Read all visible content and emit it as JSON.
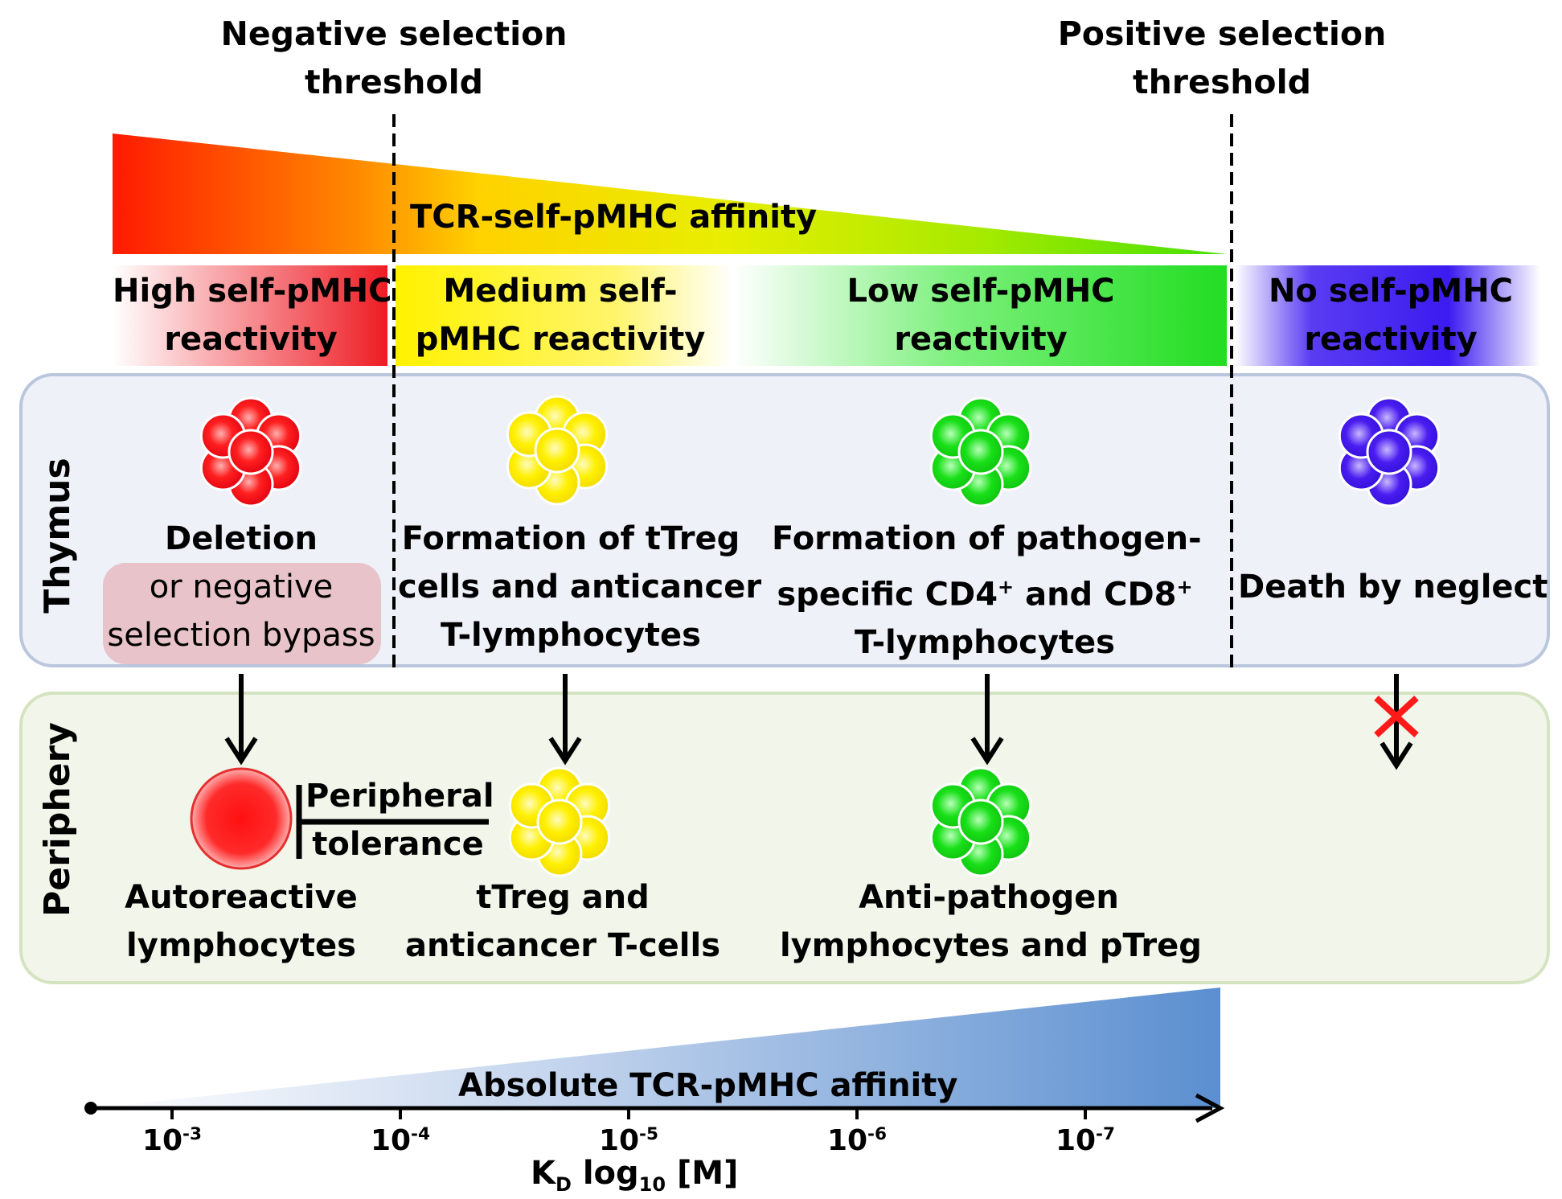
{
  "thresholds": {
    "negative": [
      "Negative selection",
      "threshold"
    ],
    "positive": [
      "Positive selection",
      "threshold"
    ]
  },
  "top_gradient_label": "TCR-self-pMHC affinity",
  "reactivity_bands": [
    {
      "lines": [
        "High self-pMHC",
        "reactivity"
      ],
      "color": "#ee1c24"
    },
    {
      "lines": [
        "Medium self-",
        "pMHC reactivity"
      ],
      "color": "#fff200"
    },
    {
      "lines": [
        "Low self-pMHC",
        "reactivity"
      ],
      "color": "#22dd22"
    },
    {
      "lines": [
        "No self-pMHC",
        "reactivity"
      ],
      "color": "#3b1bf0"
    }
  ],
  "compartments": {
    "thymus": "Thymus",
    "periphery": "Periphery"
  },
  "thymus_outcomes": {
    "deletion": "Deletion",
    "bypass": [
      "or negative",
      "selection bypass"
    ],
    "treg": [
      "Formation of tTreg",
      "cells and anticancer",
      "T-lymphocytes"
    ],
    "pathogen": {
      "line1": "Formation of pathogen-",
      "line2_pre": "specific CD4",
      "line2_sup1": "+",
      "line2_mid": " and CD8",
      "line2_sup2": "+",
      "line3": "T-lymphocytes"
    },
    "neglect": "Death by neglect"
  },
  "periphery_outcomes": {
    "autoreactive": [
      "Autoreactive",
      "lymphocytes"
    ],
    "tolerance": [
      "Peripheral",
      "tolerance"
    ],
    "treg": [
      "tTreg and",
      "anticancer T-cells"
    ],
    "antipathogen": [
      "Anti-pathogen",
      "lymphocytes and pTreg"
    ]
  },
  "bottom_gradient_label": "Absolute TCR-pMHC affinity",
  "axis": {
    "ticks": [
      {
        "base": "10",
        "exp": "-3"
      },
      {
        "base": "10",
        "exp": "-4"
      },
      {
        "base": "10",
        "exp": "-5"
      },
      {
        "base": "10",
        "exp": "-6"
      },
      {
        "base": "10",
        "exp": "-7"
      }
    ],
    "label_main": "K",
    "label_sub1": "D",
    "label_mid": " log",
    "label_sub2": "10",
    "label_end": " [M]"
  },
  "colors": {
    "red": "#ee1c24",
    "yellow": "#fff200",
    "green": "#22dd22",
    "blue": "#3b1bf0",
    "axis_blue": "#5b8fd0",
    "thymus_box": "#eef1f8",
    "periphery_box": "#f2f6ea"
  }
}
